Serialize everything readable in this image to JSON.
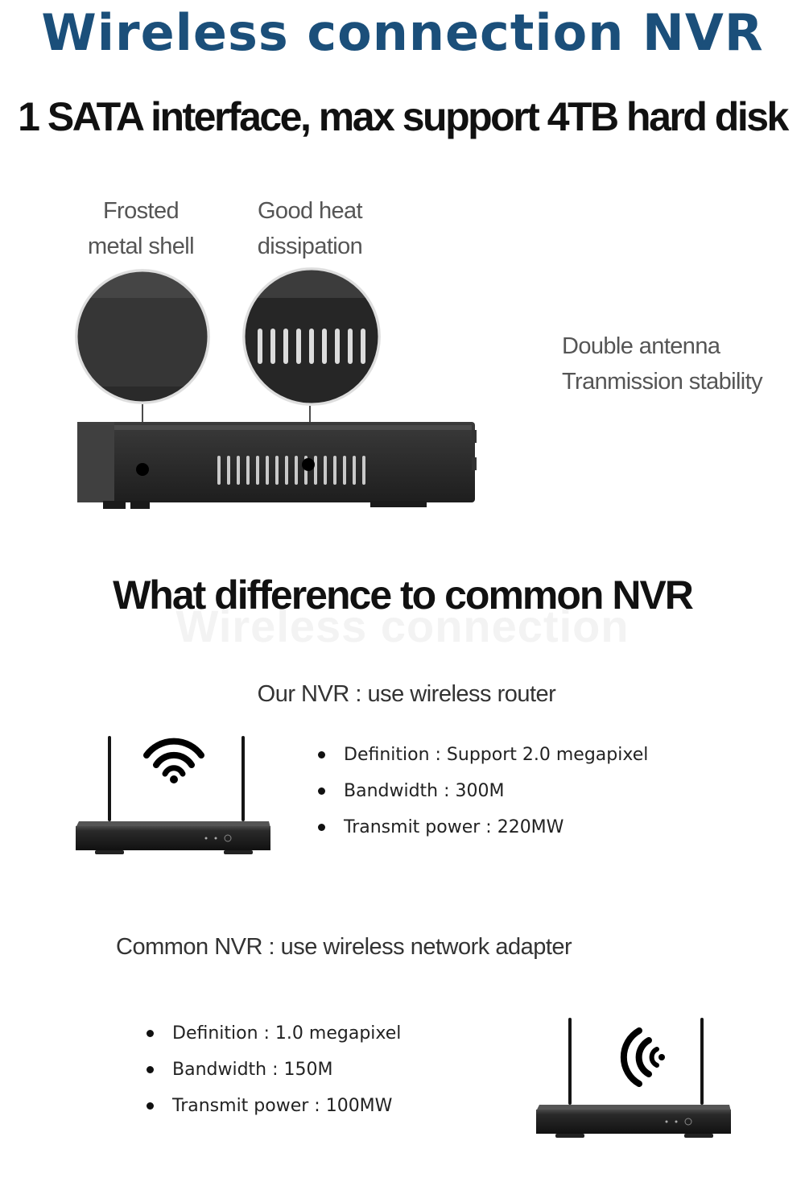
{
  "header": {
    "title": "Wireless connection NVR",
    "subtitle": "1 SATA  interface, max support 4TB hard disk"
  },
  "features": {
    "shell_label_line1": "Frosted",
    "shell_label_line2": "metal shell",
    "heat_label_line1": "Good heat",
    "heat_label_line2": "dissipation",
    "antenna_label_line1": "Double antenna",
    "antenna_label_line2": "Tranmission stability"
  },
  "comparison": {
    "title": "What difference to common NVR",
    "watermark": "Wireless connection",
    "ours": {
      "heading": "Our NVR : use wireless router",
      "specs": [
        "Definition : Support 2.0 megapixel",
        "Bandwidth : 300M",
        "Transmit power : 220MW"
      ]
    },
    "common": {
      "heading": "Common NVR : use wireless network adapter",
      "specs": [
        "Definition : 1.0 megapixel",
        "Bandwidth : 150M",
        "Transmit power : 100MW"
      ]
    }
  },
  "colors": {
    "title": "#1b4f7a",
    "device_body": "#2b2b2b"
  }
}
